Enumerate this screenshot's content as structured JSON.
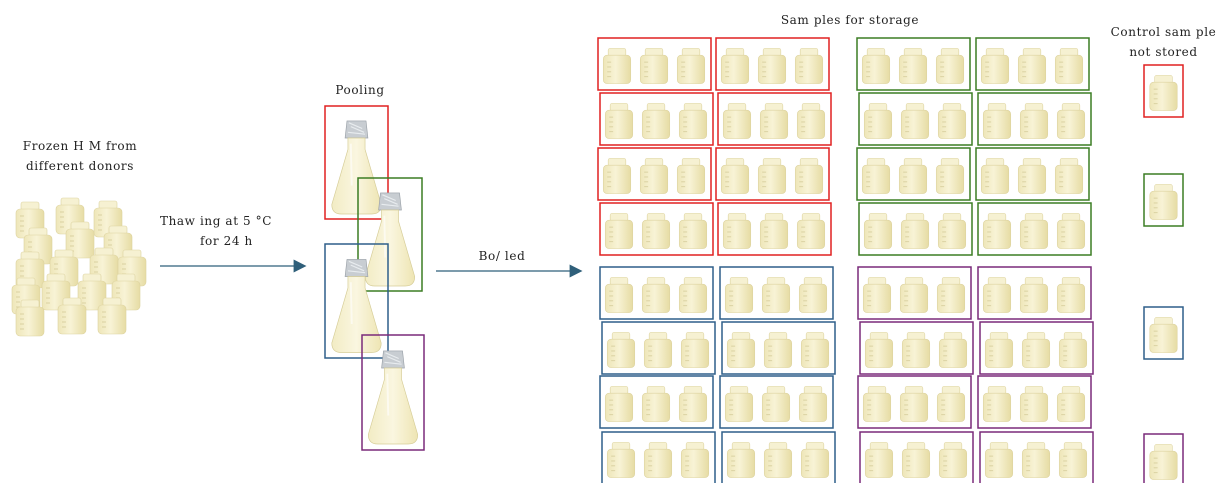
{
  "labels": {
    "frozen": [
      "Frozen H M  from",
      "different donors"
    ],
    "thawing": [
      "Thaw ing at 5 °C",
      "for 24 h"
    ],
    "pooling": "Pooling",
    "bottled": "Bo/ led",
    "samples_storage": "Sam ples for storage",
    "control": [
      "Control sam ple",
      "not stored"
    ]
  },
  "colors": {
    "red": "#e02020",
    "green": "#3b7d23",
    "blue": "#2e5f8a",
    "purple": "#7a2a7a",
    "arrow": "#2f5f7a",
    "milk": "#f5efc8",
    "milk_shade": "#e9e0a8"
  },
  "groups": [
    {
      "color": "red",
      "rows": 4,
      "boxes_per_row": 2,
      "bottles_per_box": 3
    },
    {
      "color": "green",
      "rows": 4,
      "boxes_per_row": 2,
      "bottles_per_box": 3
    },
    {
      "color": "blue",
      "rows": 4,
      "boxes_per_row": 2,
      "bottles_per_box": 3
    },
    {
      "color": "purple",
      "rows": 4,
      "boxes_per_row": 2,
      "bottles_per_box": 3
    }
  ],
  "flasks": [
    "red",
    "green",
    "blue",
    "purple"
  ],
  "controls": [
    "red",
    "green",
    "blue",
    "purple"
  ]
}
